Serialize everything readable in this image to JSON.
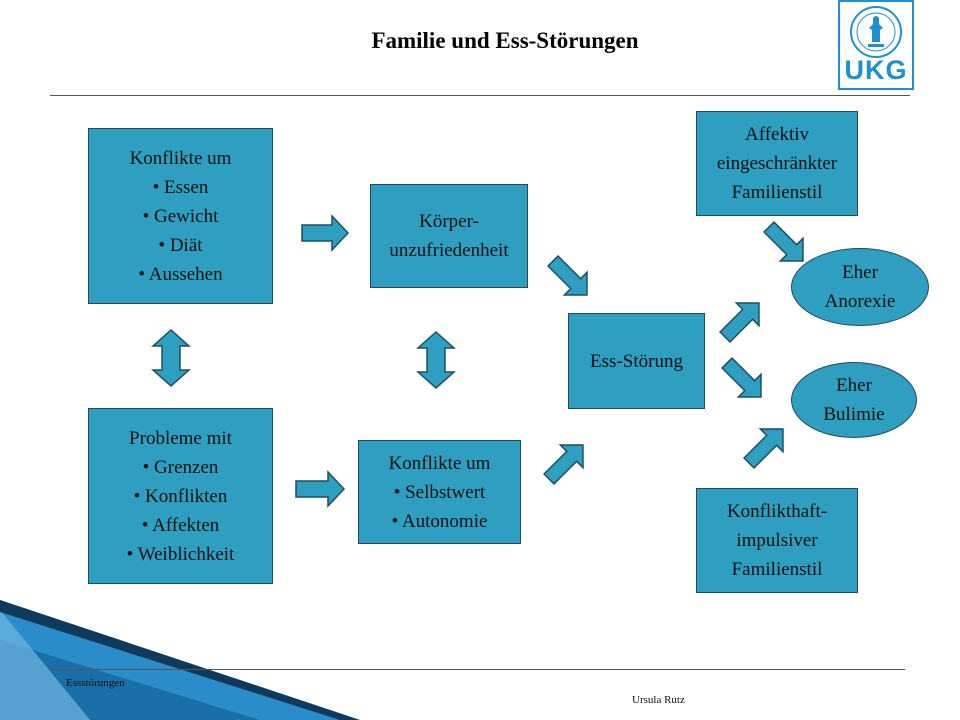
{
  "title": "Familie und Ess-Störungen",
  "logo": {
    "text": "UKG",
    "icon": "university-seal-logo"
  },
  "boxes": {
    "konflikte_essen": {
      "lines": [
        "Konflikte um",
        "• Essen",
        "• Gewicht",
        "• Diät",
        "• Aussehen"
      ]
    },
    "probleme": {
      "lines": [
        "Probleme mit",
        "• Grenzen",
        "• Konflikten",
        "• Affekten",
        "• Weiblichkeit"
      ]
    },
    "koerper": {
      "lines": [
        "Körper-",
        "unzufriedenheit"
      ]
    },
    "selbstwert": {
      "lines": [
        "Konflikte um",
        "• Selbstwert",
        "• Autonomie"
      ]
    },
    "ess_stoerung": {
      "lines": [
        "Ess-Störung"
      ]
    },
    "affektiv": {
      "lines": [
        "Affektiv",
        "eingeschränkter",
        "Familienstil"
      ]
    },
    "konflikthaft": {
      "lines": [
        "Konflikthaft-",
        "impulsiver",
        "Familienstil"
      ]
    }
  },
  "ovals": {
    "anorexie": {
      "lines": [
        "Eher",
        "Anorexie"
      ]
    },
    "bulimie": {
      "lines": [
        "Eher",
        "Bulimie"
      ]
    }
  },
  "footer": {
    "left": "Essstörungen",
    "right": "Ursula Rutz"
  },
  "colors": {
    "box_fill": "#2e9fc0",
    "border": "#234a5a",
    "logo_blue": "#1f8fcf",
    "corner_decor": "#1f8fcf"
  }
}
